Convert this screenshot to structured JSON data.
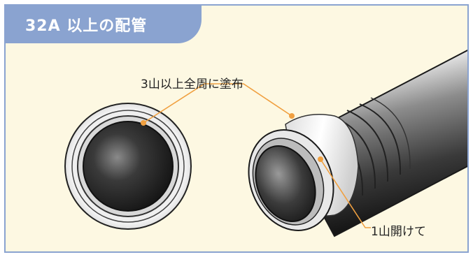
{
  "title": "32A 以上の配管",
  "labels": {
    "coat_all_around": "3山以上全周に塗布",
    "leave_one_thread": "1山開けて"
  },
  "colors": {
    "frame_border": "#8aa3d0",
    "title_bg": "#8aa3d0",
    "panel_bg": "#fdf8e2",
    "leader_line": "#f0a040",
    "pipe_dark": "#1c1c1c",
    "pipe_light": "#f2f2f2"
  }
}
